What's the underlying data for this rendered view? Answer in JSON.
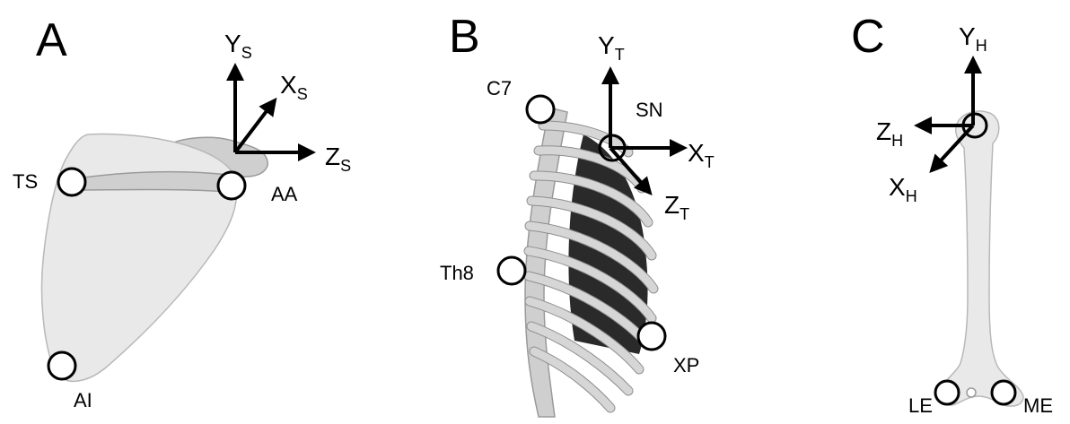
{
  "panels": [
    {
      "letter": "A",
      "landmarks": [
        "TS",
        "AA",
        "AI"
      ],
      "axes": {
        "y": "Y",
        "y_sub": "S",
        "x": "X",
        "x_sub": "S",
        "z": "Z",
        "z_sub": "S"
      }
    },
    {
      "letter": "B",
      "landmarks": [
        "C7",
        "SN",
        "Th8",
        "XP"
      ],
      "axes": {
        "y": "Y",
        "y_sub": "T",
        "x": "X",
        "x_sub": "T",
        "z": "Z",
        "z_sub": "T"
      }
    },
    {
      "letter": "C",
      "landmarks": [
        "LE",
        "ME"
      ],
      "axes": {
        "y": "Y",
        "y_sub": "H",
        "x": "X",
        "x_sub": "H",
        "z": "Z",
        "z_sub": "H"
      }
    }
  ],
  "colors": {
    "ink": "#000000",
    "bone": "#e9e9e9",
    "bone_shadow": "#8e8e8e",
    "background": "#ffffff"
  }
}
